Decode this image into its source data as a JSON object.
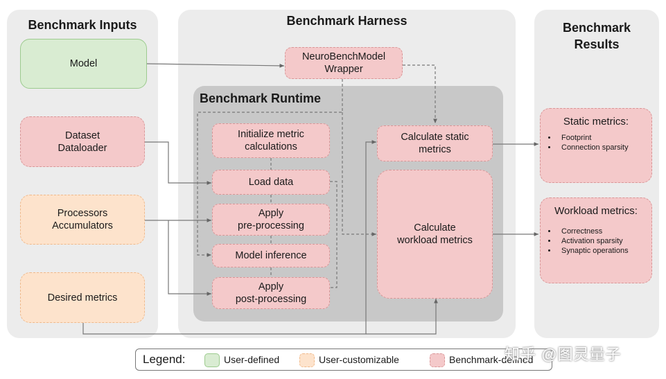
{
  "panels": {
    "inputs": "Benchmark Inputs",
    "harness": "Benchmark Harness",
    "runtime": "Benchmark Runtime",
    "results": "Benchmark\nResults"
  },
  "inputs": {
    "model": "Model",
    "dataset": "Dataset\nDataloader",
    "processors": "Processors\nAccumulators",
    "desired_metrics": "Desired metrics"
  },
  "harness": {
    "wrapper": "NeuroBenchModel\nWrapper",
    "init_metrics": "Initialize metric\ncalculations",
    "load_data": "Load data",
    "preprocessing": "Apply\npre-processing",
    "model_inference": "Model inference",
    "postprocessing": "Apply\npost-processing",
    "static_calc": "Calculate static\nmetrics",
    "workload_calc": "Calculate\nworkload metrics"
  },
  "results": {
    "static": {
      "title": "Static metrics:",
      "items": [
        "Footprint",
        "Connection sparsity"
      ]
    },
    "workload": {
      "title": "Workload metrics:",
      "items": [
        "Correctness",
        "Activation sparsity",
        "Synaptic operations"
      ]
    }
  },
  "legend": {
    "title": "Legend:",
    "user_defined": "User-defined",
    "user_customizable": "User-customizable",
    "benchmark_defined": "Benchmark-defined"
  },
  "watermark": "知乎 @图灵量子",
  "colors": {
    "user_defined": "#d9ecd2",
    "user_customizable": "#fde3cc",
    "benchmark_defined": "#f4c9ca",
    "panel_light": "#ececec",
    "panel_dark": "#c8c8c8"
  }
}
